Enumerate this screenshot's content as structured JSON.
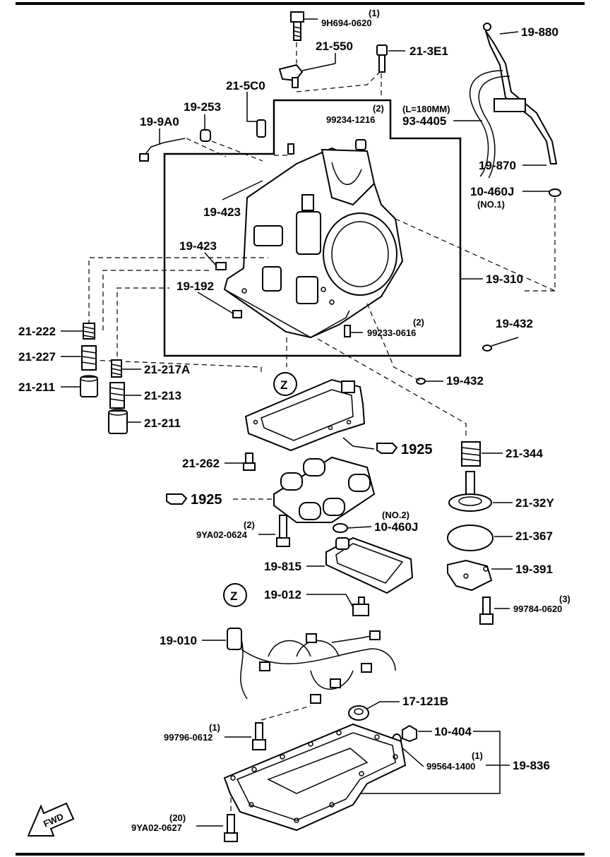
{
  "labels": {
    "p_9h694_0620": "9H694-0620",
    "q_9h694": "(1)",
    "p_21_550": "21-550",
    "p_21_3e1": "21-3E1",
    "p_19_880": "19-880",
    "p_21_5c0": "21-5C0",
    "p_19_253": "19-253",
    "p_19_9a0": "19-9A0",
    "p_99234_1216": "99234-1216",
    "q_99234": "(2)",
    "l_180": "(L=180MM)",
    "p_93_4405": "93-4405",
    "p_19_870": "19-870",
    "p_10_460j_1": "10-460J",
    "n_no1": "(NO.1)",
    "p_19_423_a": "19-423",
    "p_19_423_b": "19-423",
    "p_19_192": "19-192",
    "p_19_310": "19-310",
    "p_99233_0616": "99233-0616",
    "q_99233": "(2)",
    "p_19_432_a": "19-432",
    "p_19_432_b": "19-432",
    "p_21_222": "21-222",
    "p_21_227": "21-227",
    "p_21_211_a": "21-211",
    "p_21_217a": "21-217A",
    "p_21_213": "21-213",
    "p_21_211_b": "21-211",
    "ref_z_a": "Z",
    "p_21_262": "21-262",
    "ref_1925_a": "1925",
    "ref_1925_b": "1925",
    "p_21_344": "21-344",
    "p_21_32y": "21-32Y",
    "n_no2": "(NO.2)",
    "p_10_460j_2": "10-460J",
    "q_9ya02_0624": "(2)",
    "p_9ya02_0624": "9YA02-0624",
    "p_21_367": "21-367",
    "p_19_815": "19-815",
    "p_19_391": "19-391",
    "q_99784": "(3)",
    "p_99784_0620": "99784-0620",
    "p_19_012": "19-012",
    "ref_z_b": "Z",
    "p_19_010": "19-010",
    "p_17_121b": "17-121B",
    "q_99796": "(1)",
    "p_99796_0612": "99796-0612",
    "p_10_404": "10-404",
    "q_99564": "(1)",
    "p_99564_1400": "99564-1400",
    "p_19_836": "19-836",
    "q_9ya02_0627": "(20)",
    "p_9ya02_0627": "9YA02-0627",
    "fwd": "FWD"
  }
}
